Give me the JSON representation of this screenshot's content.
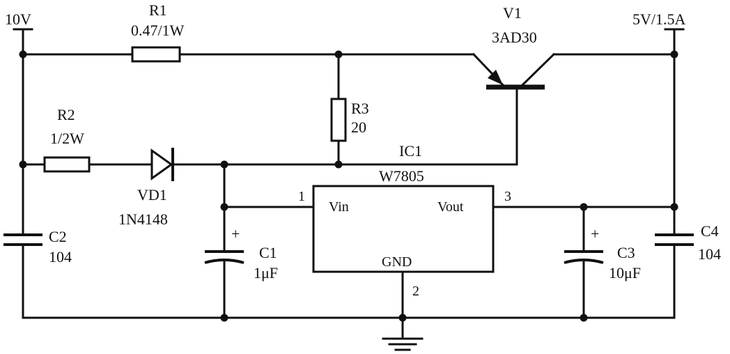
{
  "circuit": {
    "input_label": "10V",
    "output_label": "5V/1.5A",
    "r1": {
      "name": "R1",
      "value": "0.47/1W"
    },
    "r2": {
      "name": "R2",
      "value": "1/2W"
    },
    "r3": {
      "name": "R3",
      "value": "20"
    },
    "v1": {
      "name": "V1",
      "value": "3AD30"
    },
    "vd1": {
      "name": "VD1",
      "value": "1N4148"
    },
    "ic1": {
      "name": "IC1",
      "value": "W7805",
      "pin_vin": "Vin",
      "pin_vout": "Vout",
      "pin_gnd": "GND",
      "pin1": "1",
      "pin2": "2",
      "pin3": "3"
    },
    "c1": {
      "name": "C1",
      "value": "1μF",
      "polarity": "+"
    },
    "c2": {
      "name": "C2",
      "value": "104"
    },
    "c3": {
      "name": "C3",
      "value": "10μF",
      "polarity": "+"
    },
    "c4": {
      "name": "C4",
      "value": "104"
    }
  }
}
